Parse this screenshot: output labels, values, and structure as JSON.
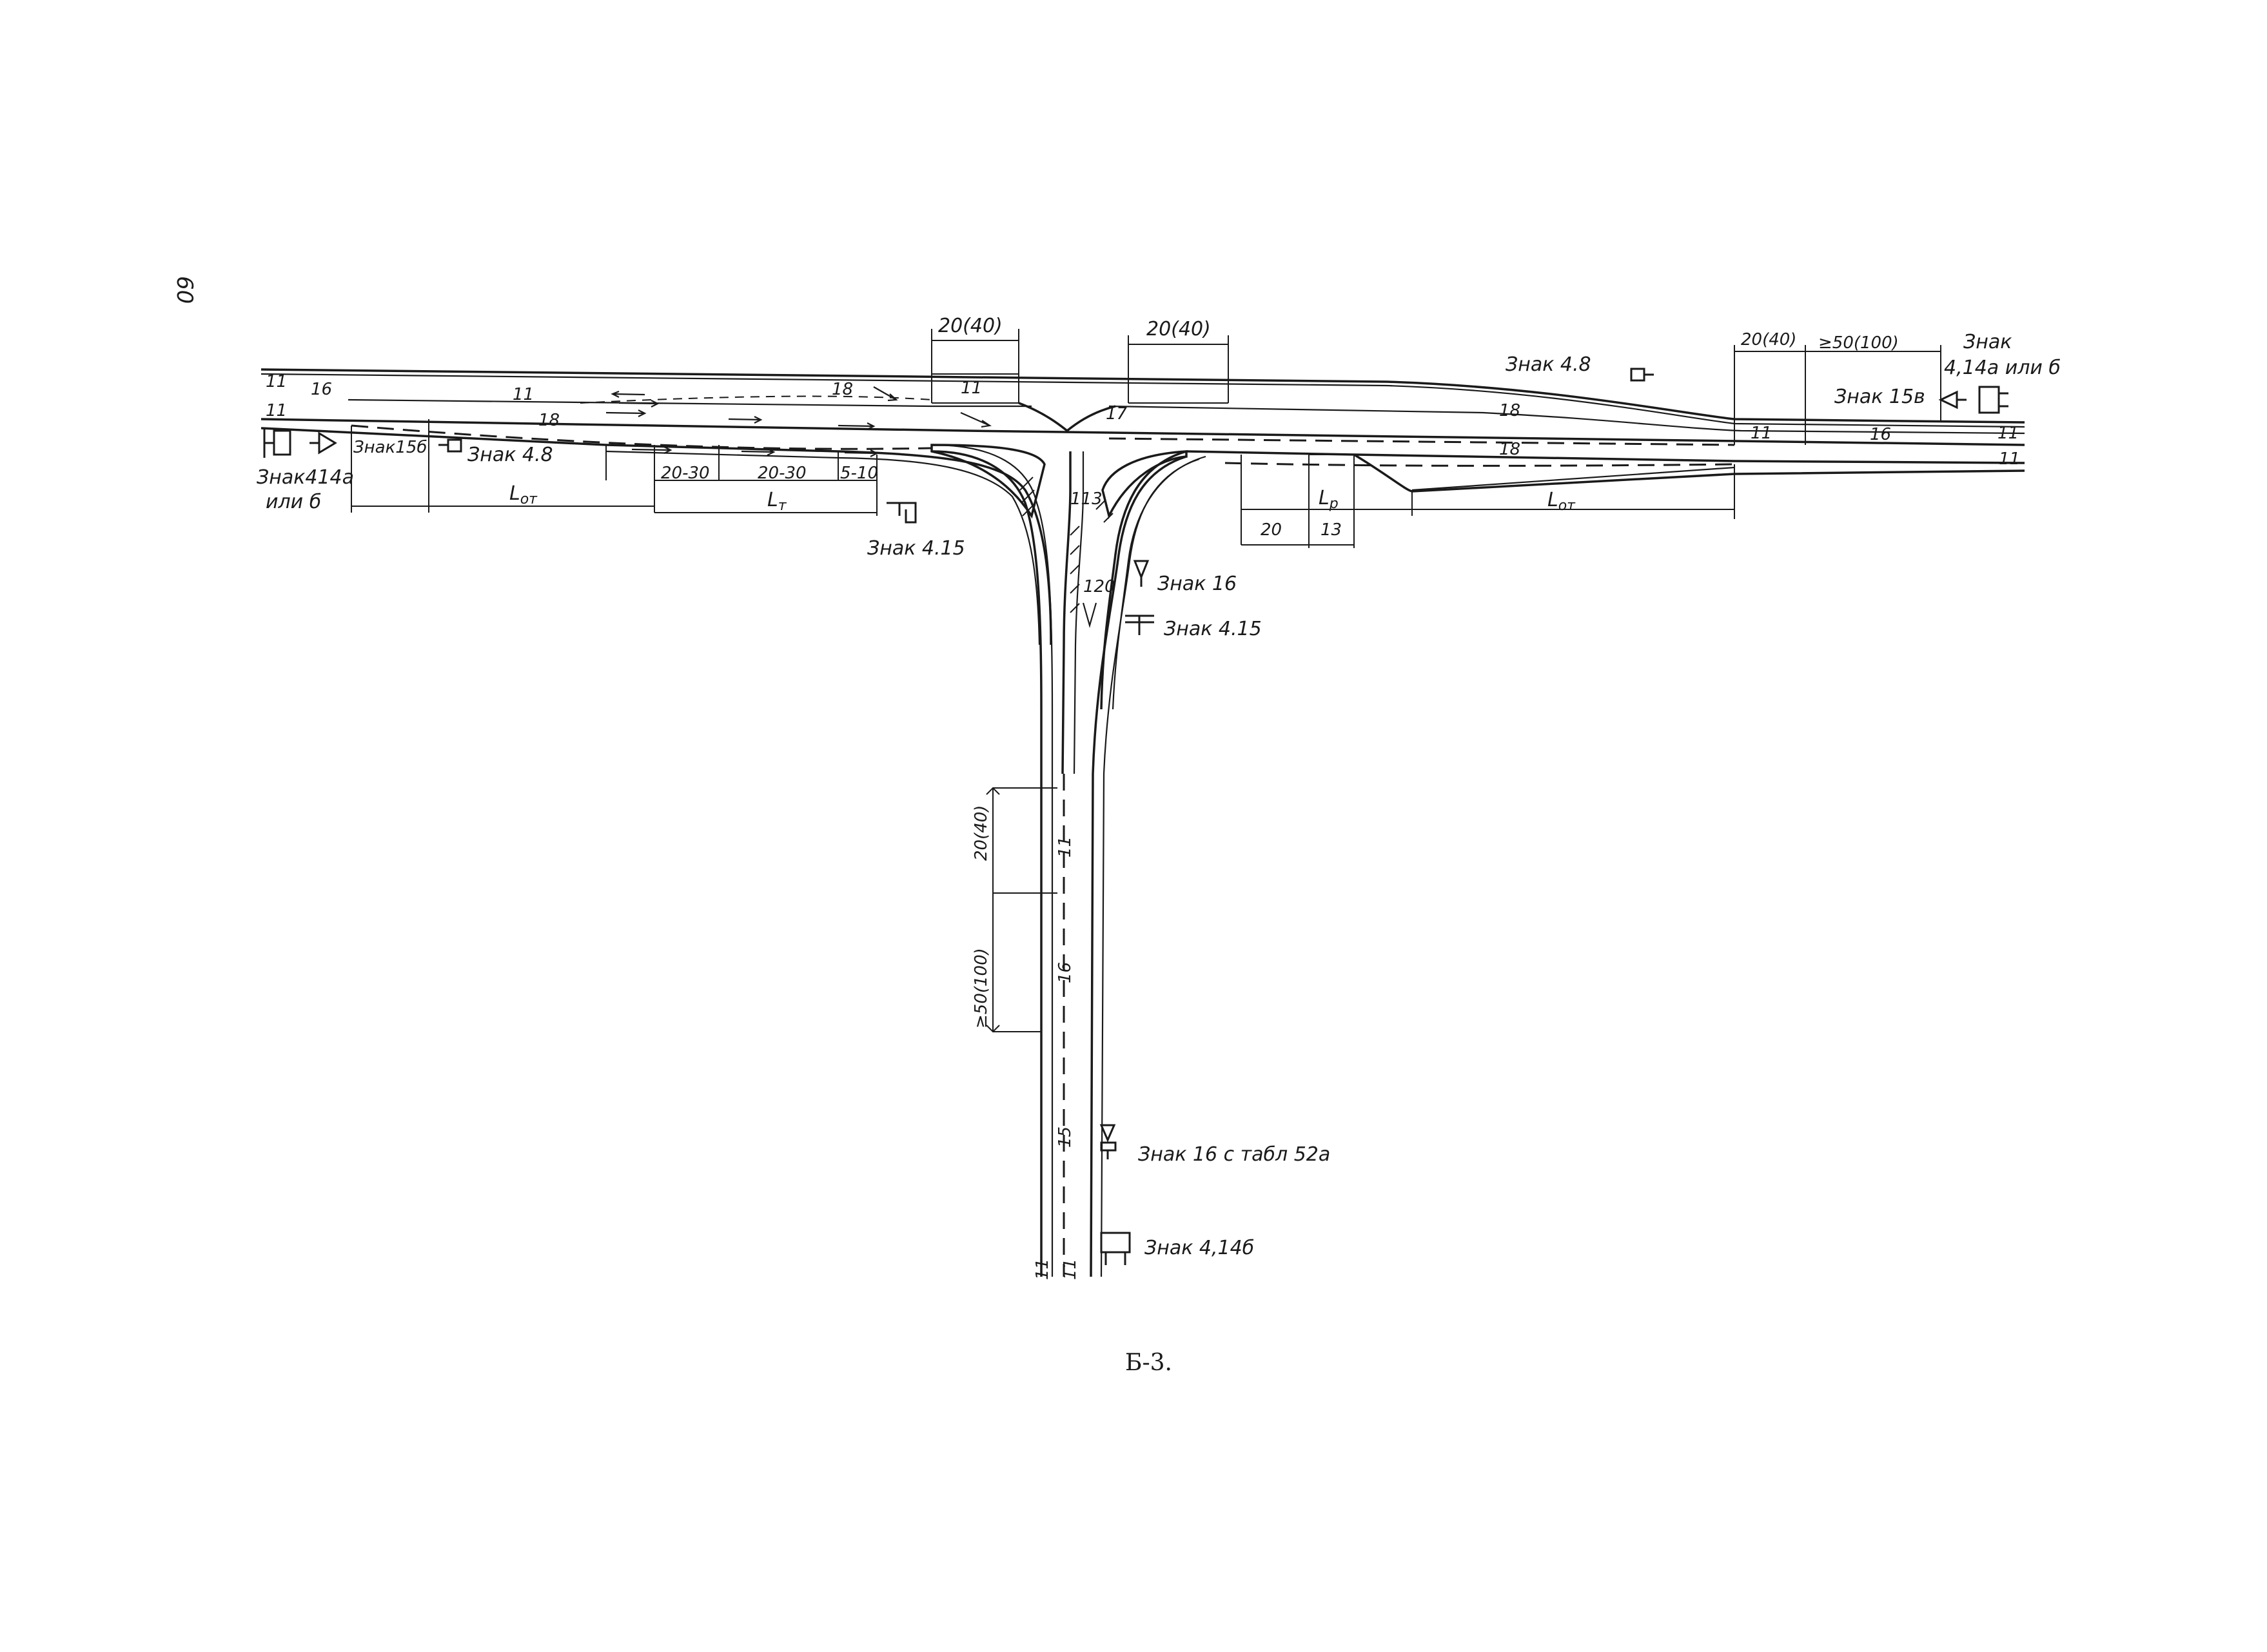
{
  "page_number": "60",
  "figure_caption": "Б-3.",
  "line_codes": {
    "l11": "11",
    "l16": "16",
    "l17": "17",
    "l18": "18",
    "l15": "15",
    "l113": "113",
    "l120": "120"
  },
  "dimensions": {
    "d20_40": "20(40)",
    "d50_100": "≥50(100)",
    "d20_30": "20-30",
    "d5_10": "5-10",
    "d20": "20",
    "d13": "13",
    "L_ot": "L",
    "L_ot_sub": "от",
    "L_t": "L",
    "L_t_sub": "т",
    "L_p": "L",
    "L_p_sub": "р"
  },
  "signs": {
    "s48": "Знак 4.8",
    "s15b": "Знак15б",
    "s15v": "Знак 15в",
    "s414a_1": "Знак414а",
    "s414a_2": "или б",
    "s414ar_1": "Знак",
    "s414ar_2": "4,14а или б",
    "s415": "Знак 4.15",
    "s16": "Знак 16",
    "s16tab": "Знак 16 с табл 52а",
    "s414b": "Знак 4,14б"
  },
  "colors": {
    "ink": "#1a1a1a",
    "paper": "#ffffff"
  }
}
